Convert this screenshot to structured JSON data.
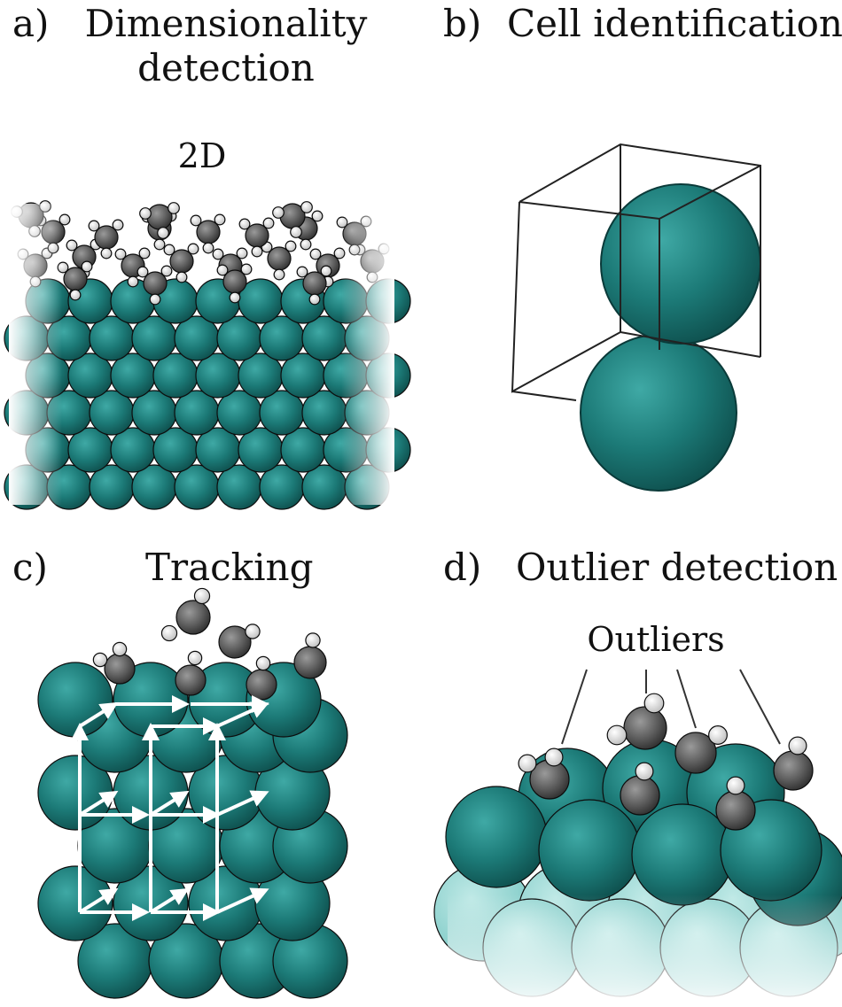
{
  "panels": {
    "a": {
      "letter": "a)",
      "title_line1": "Dimensionality",
      "title_line2": "detection",
      "tag": "2D"
    },
    "b": {
      "letter": "b)",
      "title": "Cell identification"
    },
    "c": {
      "letter": "c)",
      "title": "Tracking"
    },
    "d": {
      "letter": "d)",
      "title": "Outlier detection",
      "tag": "Outliers"
    }
  },
  "colors": {
    "metal_atom": "#1f7d7b",
    "carbon_atom": "#616161",
    "hydrogen_atom": "#f2f2f2",
    "arrow": "#ffffff",
    "cell_line": "#222222"
  }
}
